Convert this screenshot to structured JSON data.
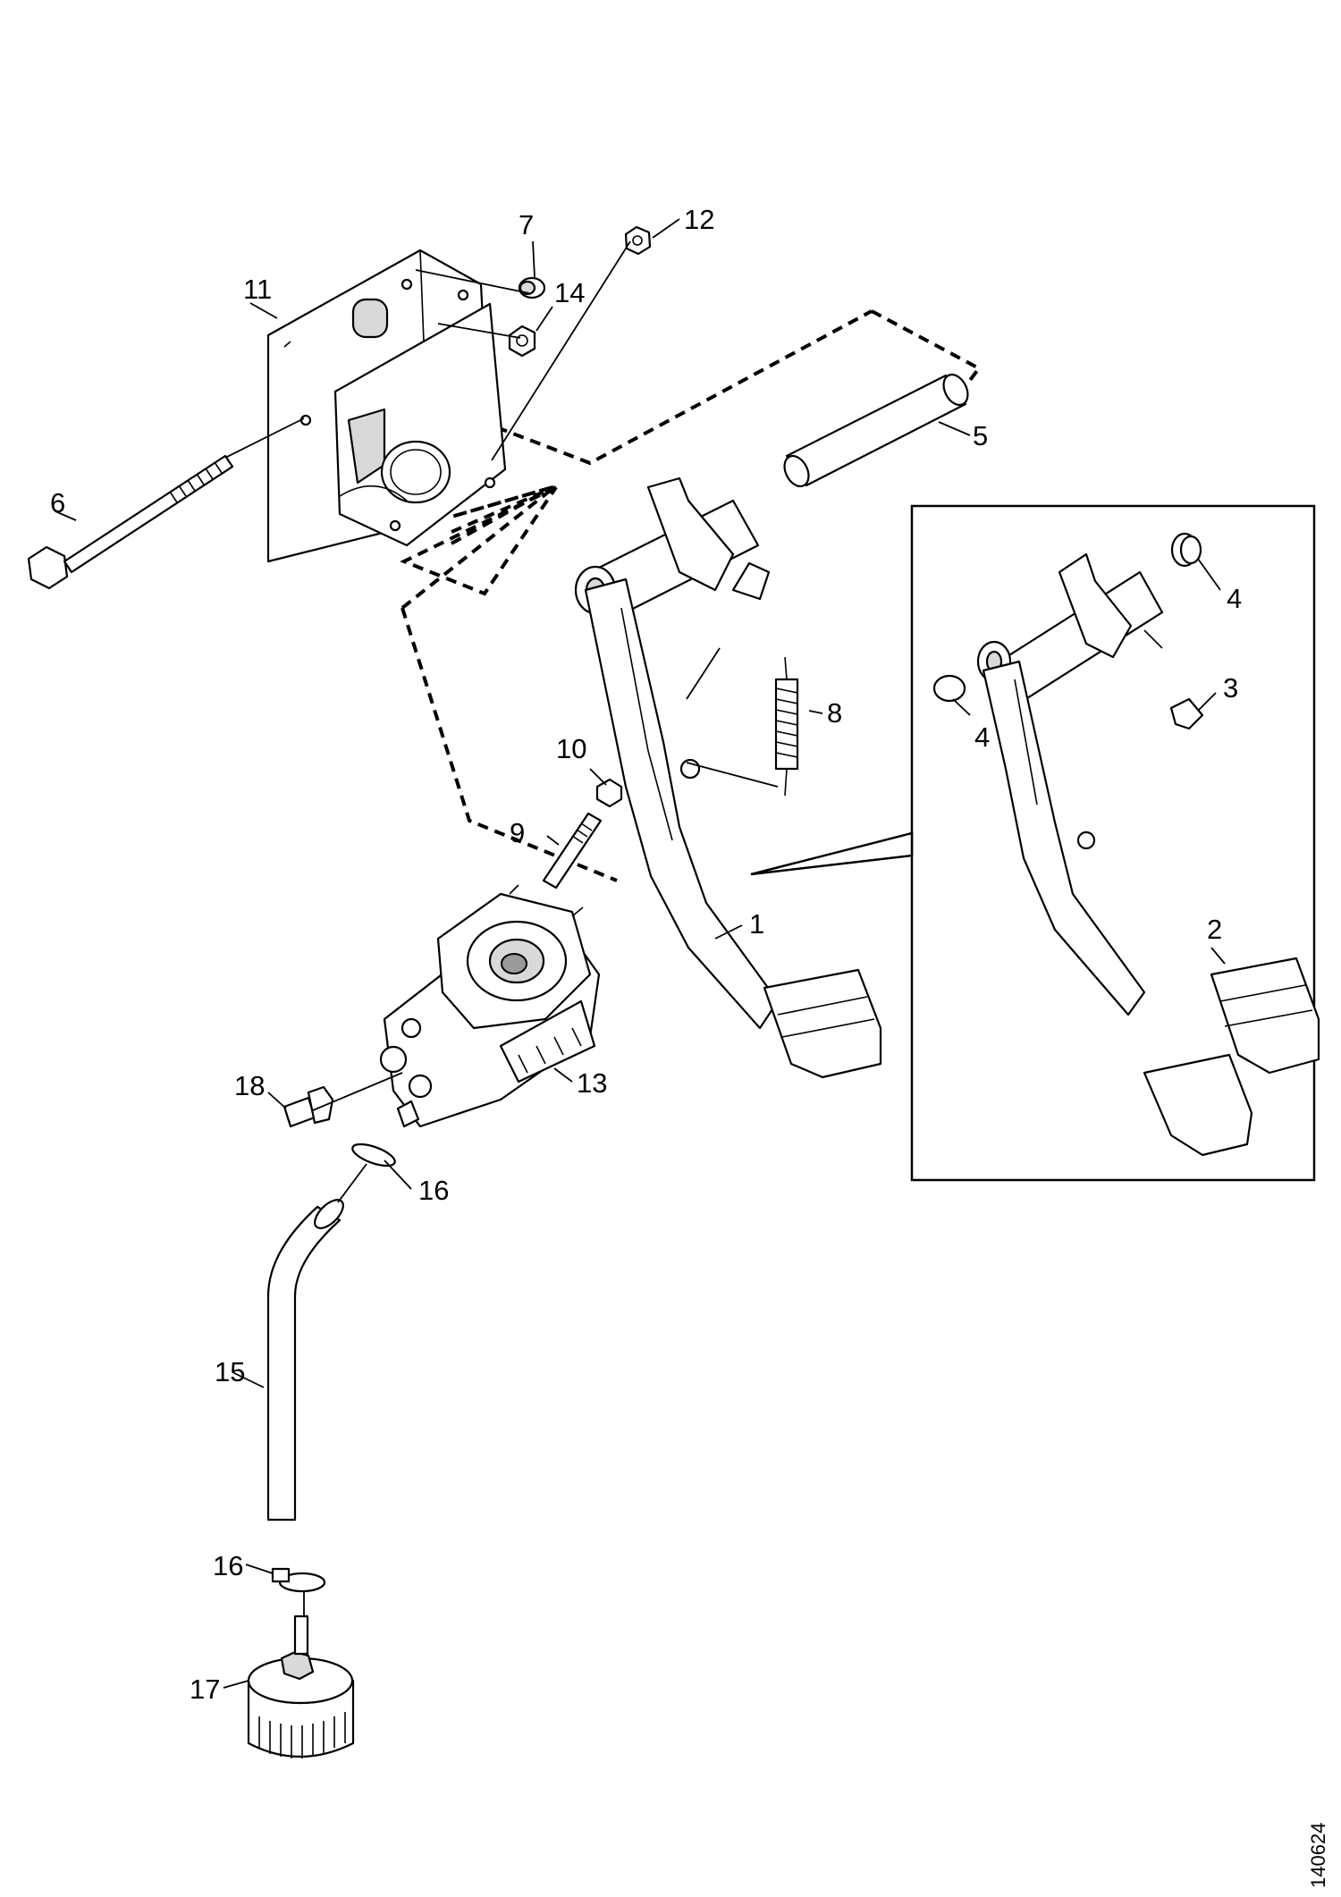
{
  "document_number": "140624",
  "callouts": [
    {
      "id": "c1",
      "label": "1"
    },
    {
      "id": "c2",
      "label": "2"
    },
    {
      "id": "c3",
      "label": "3"
    },
    {
      "id": "c4a",
      "label": "4"
    },
    {
      "id": "c4b",
      "label": "4"
    },
    {
      "id": "c5",
      "label": "5"
    },
    {
      "id": "c6",
      "label": "6"
    },
    {
      "id": "c7",
      "label": "7"
    },
    {
      "id": "c8",
      "label": "8"
    },
    {
      "id": "c9",
      "label": "9"
    },
    {
      "id": "c10",
      "label": "10"
    },
    {
      "id": "c11",
      "label": "11"
    },
    {
      "id": "c12",
      "label": "12"
    },
    {
      "id": "c13",
      "label": "13"
    },
    {
      "id": "c14",
      "label": "14"
    },
    {
      "id": "c15",
      "label": "15"
    },
    {
      "id": "c16a",
      "label": "16"
    },
    {
      "id": "c16b",
      "label": "16"
    },
    {
      "id": "c17",
      "label": "17"
    },
    {
      "id": "c18",
      "label": "18"
    }
  ]
}
